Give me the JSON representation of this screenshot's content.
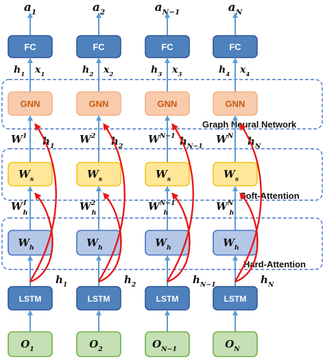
{
  "columns": [
    {
      "output": "a",
      "output_sub": "1",
      "fc": "FC",
      "fc_h": "h",
      "fc_h_sub": "1",
      "fc_x": "x",
      "fc_x_sub": "1",
      "gnn": "GNN",
      "gnn_w": "W",
      "gnn_w_sup": "1",
      "gnn_h": "h",
      "gnn_h_sub": "1",
      "ws": "W",
      "ws_sub": "s",
      "wh_in": "W",
      "wh_in_sub": "h",
      "wh_in_sup": "1",
      "wh": "W",
      "wh_sub": "h",
      "lstm_h": "h",
      "lstm_h_sub": "1",
      "lstm": "LSTM",
      "obs": "O",
      "obs_sub": "1"
    },
    {
      "output": "a",
      "output_sub": "2",
      "fc": "FC",
      "fc_h": "h",
      "fc_h_sub": "2",
      "fc_x": "x",
      "fc_x_sub": "2",
      "gnn": "GNN",
      "gnn_w": "W",
      "gnn_w_sup": "2",
      "gnn_h": "h",
      "gnn_h_sub": "2",
      "ws": "W",
      "ws_sub": "s",
      "wh_in": "W",
      "wh_in_sub": "h",
      "wh_in_sup": "2",
      "wh": "W",
      "wh_sub": "h",
      "lstm_h": "h",
      "lstm_h_sub": "2",
      "lstm": "LSTM",
      "obs": "O",
      "obs_sub": "2"
    },
    {
      "output": "a",
      "output_sub": "N−1",
      "fc": "FC",
      "fc_h": "h",
      "fc_h_sub": "3",
      "fc_x": "x",
      "fc_x_sub": "3",
      "gnn": "GNN",
      "gnn_w": "W",
      "gnn_w_sup": "N−1",
      "gnn_h": "h",
      "gnn_h_sub": "N−1",
      "ws": "W",
      "ws_sub": "s",
      "wh_in": "W",
      "wh_in_sub": "h",
      "wh_in_sup": "N−1",
      "wh": "W",
      "wh_sub": "h",
      "lstm_h": "h",
      "lstm_h_sub": "N−1",
      "lstm": "LSTM",
      "obs": "O",
      "obs_sub": "N−1"
    },
    {
      "output": "a",
      "output_sub": "N",
      "fc": "FC",
      "fc_h": "h",
      "fc_h_sub": "4",
      "fc_x": "x",
      "fc_x_sub": "4",
      "gnn": "GNN",
      "gnn_w": "W",
      "gnn_w_sup": "N",
      "gnn_h": "h",
      "gnn_h_sub": "N",
      "ws": "W",
      "ws_sub": "s",
      "wh_in": "W",
      "wh_in_sub": "h",
      "wh_in_sup": "N",
      "wh": "W",
      "wh_sub": "h",
      "lstm_h": "h",
      "lstm_h_sub": "N",
      "lstm": "LSTM",
      "obs": "O",
      "obs_sub": "N"
    }
  ],
  "groups": {
    "gnn": "Graph Neural Network",
    "soft": "Soft-Attention",
    "hard": "Hard-Attention"
  },
  "colors": {
    "fc": "#4f81bd",
    "gnn": "#f9cbad",
    "ws": "#ffe699",
    "wh": "#b4c7e7",
    "lstm": "#4f81bd",
    "obs": "#c5e0b4",
    "arrow": "#5b9bd5",
    "curve": "#e81717",
    "group_border": "#4472c4"
  }
}
